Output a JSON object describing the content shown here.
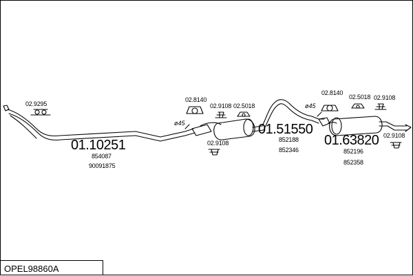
{
  "title": "OPEL98860A",
  "colors": {
    "line": "#000000",
    "background": "#ffffff"
  },
  "sections": [
    {
      "code": "01.10251",
      "refs": [
        "854087",
        "90091875"
      ]
    },
    {
      "code": "01.51550",
      "refs": [
        "852188",
        "852346"
      ]
    },
    {
      "code": "01.63820",
      "refs": [
        "852196",
        "852358"
      ]
    }
  ],
  "parts": {
    "front_clamp": "02.9295",
    "hanger_1": "02.8140",
    "mount_1": "02.9108",
    "gasket_1": "02.5018",
    "mount_1b": "02.9108",
    "hanger_2": "02.8140",
    "gasket_2": "02.5018",
    "mount_2": "02.9108",
    "mount_2b": "02.9108"
  },
  "diameters": [
    "ø45",
    "ø45"
  ]
}
